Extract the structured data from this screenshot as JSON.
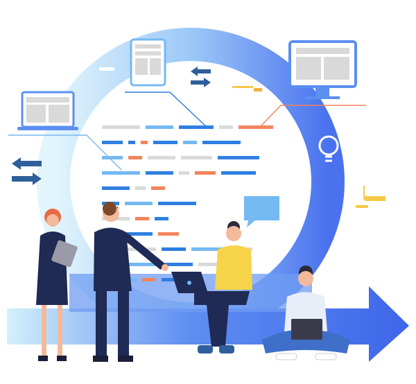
{
  "colors": {
    "ring_light": "#d6f0fb",
    "ring_dark": "#4f7bf0",
    "arrow_light": "#cfeefb",
    "arrow_dark": "#3d63e8",
    "code_blue": "#2f7fe0",
    "code_light_blue": "#74b9f2",
    "code_orange": "#f2845c",
    "code_gray": "#d9d9d9",
    "accent_yellow": "#f7c948",
    "person_skin": "#f2b99a"
  },
  "code_lines": [
    [
      [
        "gray",
        55
      ],
      [
        "lb",
        40
      ],
      [
        "blue",
        50
      ],
      [
        "gray",
        20
      ],
      [
        "orange",
        50
      ]
    ],
    [
      [
        "blue",
        30
      ],
      [
        "blue",
        10
      ],
      [
        "orange",
        10
      ],
      [
        "blue",
        35
      ],
      [
        "lb",
        20
      ],
      [
        "blue",
        55
      ]
    ],
    [
      [
        "lb",
        30
      ],
      [
        "orange",
        20
      ],
      [
        "gray",
        40
      ],
      [
        "gray",
        45
      ],
      [
        "blue",
        60
      ]
    ],
    [
      [
        "lb",
        55
      ],
      [
        "blue",
        40
      ],
      [
        "gray",
        15
      ],
      [
        "orange",
        30
      ],
      [
        "blue",
        50
      ]
    ],
    [
      [
        "blue",
        40
      ],
      [
        "gray",
        15
      ],
      [
        "orange",
        20
      ]
    ],
    [
      [
        "blue",
        25
      ],
      [
        "lb",
        40
      ],
      [
        "blue",
        55
      ]
    ],
    [
      [
        "gray",
        40
      ],
      [
        "orange",
        20
      ],
      [
        "blue",
        20
      ]
    ],
    [
      [
        "lb",
        25
      ],
      [
        "blue",
        40
      ],
      [
        "orange",
        30
      ]
    ],
    [
      [
        "gray",
        50
      ],
      [
        "gray",
        20
      ],
      [
        "blue",
        35
      ],
      [
        "lb",
        50
      ],
      [
        "gray",
        30
      ]
    ],
    [
      [
        "blue",
        30
      ],
      [
        "lb",
        45
      ],
      [
        "blue",
        40
      ],
      [
        "gray",
        30
      ]
    ],
    [
      [
        "lb",
        50
      ],
      [
        "orange",
        20
      ],
      [
        "blue",
        50
      ]
    ]
  ]
}
